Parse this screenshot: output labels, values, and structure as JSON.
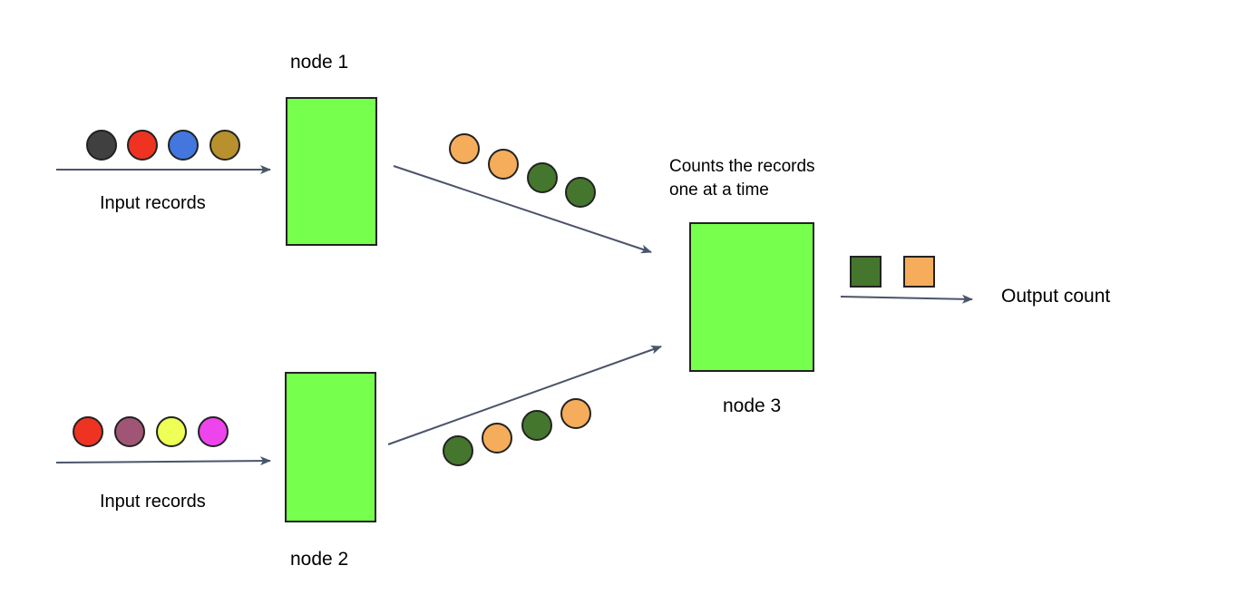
{
  "nodes": {
    "node1": {
      "label": "node 1"
    },
    "node2": {
      "label": "node 2"
    },
    "node3": {
      "label": "node 3",
      "note_line1": "Counts the records",
      "note_line2": "one at a time"
    }
  },
  "input_top": {
    "label": "Input records",
    "records": [
      "#404040",
      "#ee3322",
      "#4477dd",
      "#b8912e"
    ]
  },
  "input_bottom": {
    "label": "Input records",
    "records": [
      "#ee3322",
      "#a05577",
      "#eeff55",
      "#ee44ee"
    ]
  },
  "flow_node1_to_node3": {
    "records": [
      "#f5ad5b",
      "#f5ad5b",
      "#44772d",
      "#44772d"
    ]
  },
  "flow_node2_to_node3": {
    "records": [
      "#44772d",
      "#f5ad5b",
      "#44772d",
      "#f5ad5b"
    ]
  },
  "output": {
    "label": "Output count",
    "counts": [
      "#44772d",
      "#f5ad5b"
    ]
  },
  "colors": {
    "node_fill": "#77ff4d",
    "node_stroke": "#222222",
    "arrow": "#4a5568"
  }
}
